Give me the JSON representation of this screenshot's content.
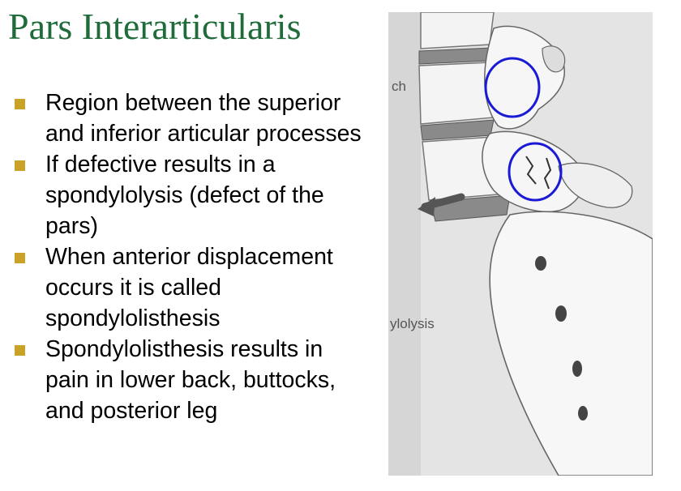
{
  "slide": {
    "title": "Pars Interarticularis",
    "bullets": [
      "Region between the superior and inferior articular processes",
      "If defective results in a spondylolysis (defect of the pars)",
      "When anterior displacement occurs it is called spondylolisthesis",
      "Spondylolisthesis results in pain in lower back, buttocks, and posterior leg"
    ]
  },
  "figure": {
    "label_top": "ch",
    "label_bottom": "ylolysis",
    "circle_color": "#1a1ad6",
    "bullet_color": "#c9a227",
    "title_color": "#1f6b3a"
  }
}
